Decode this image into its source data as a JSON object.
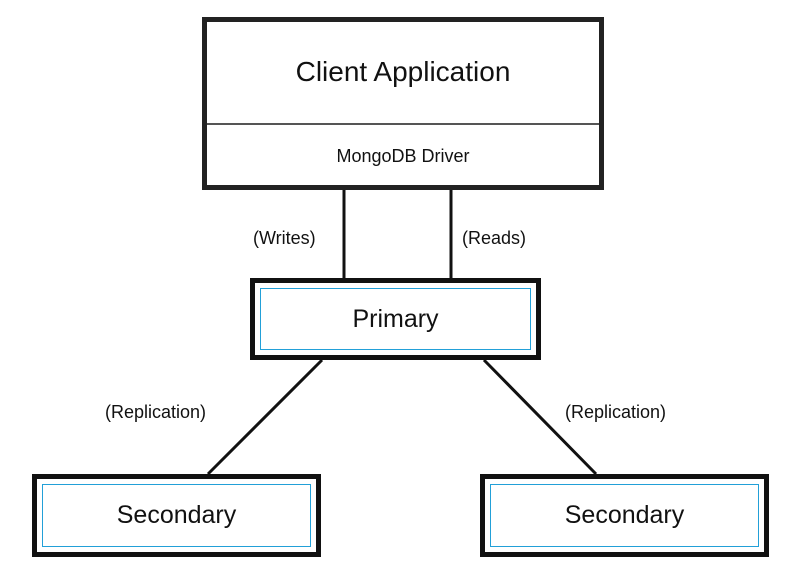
{
  "client": {
    "title": "Client Application",
    "driver": "MongoDB Driver"
  },
  "primary": {
    "label": "Primary"
  },
  "secondaries": [
    {
      "label": "Secondary"
    },
    {
      "label": "Secondary"
    }
  ],
  "edges": {
    "writes": "(Writes)",
    "reads": "(Reads)",
    "replication_left": "(Replication)",
    "replication_right": "(Replication)"
  },
  "colors": {
    "outer_border": "#111111",
    "inner_border": "#22a0d8",
    "divider": "#555555"
  }
}
